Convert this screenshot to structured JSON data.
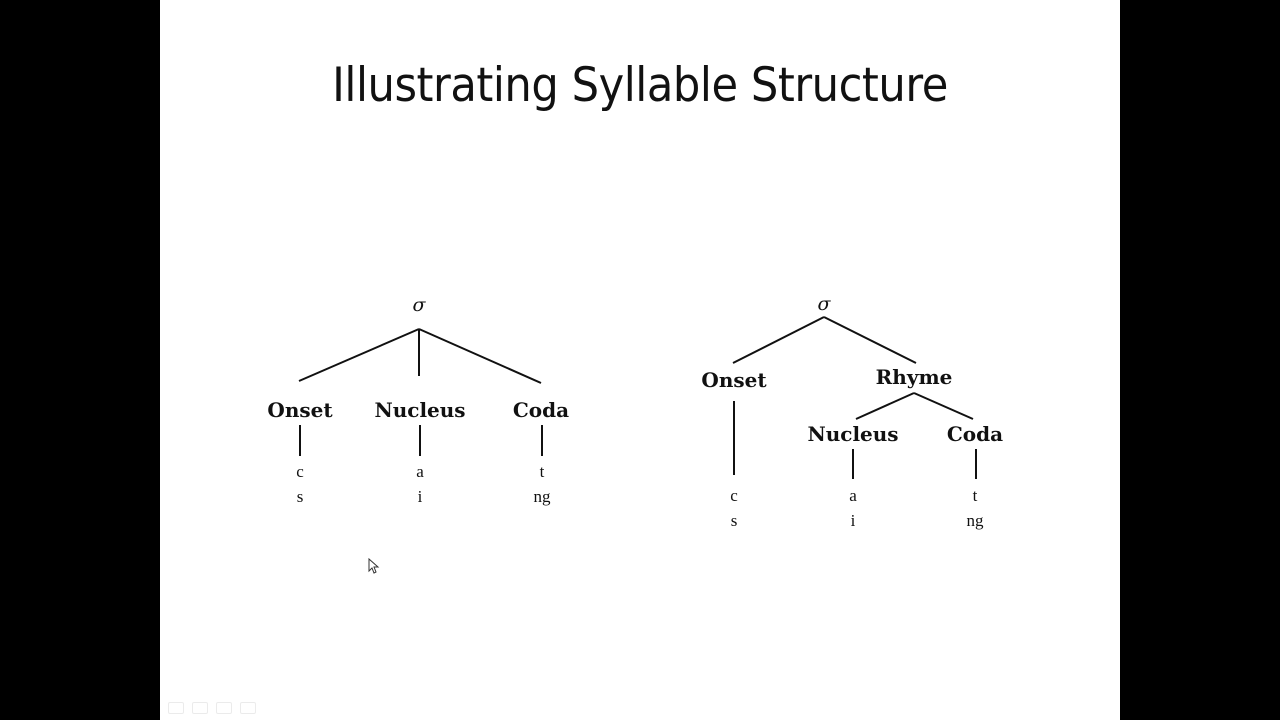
{
  "slide": {
    "title": "Illustrating Syllable Structure"
  },
  "flat_tree": {
    "root": "σ",
    "nodes": [
      {
        "label": "Onset",
        "segments": [
          "c",
          "s"
        ]
      },
      {
        "label": "Nucleus",
        "segments": [
          "a",
          "i"
        ]
      },
      {
        "label": "Coda",
        "segments": [
          "t",
          "ng"
        ]
      }
    ]
  },
  "hierarchical_tree": {
    "root": "σ",
    "onset": {
      "label": "Onset",
      "segments": [
        "c",
        "s"
      ]
    },
    "rhyme": {
      "label": "Rhyme",
      "nucleus": {
        "label": "Nucleus",
        "segments": [
          "a",
          "i"
        ]
      },
      "coda": {
        "label": "Coda",
        "segments": [
          "t",
          "ng"
        ]
      }
    }
  },
  "controls": [
    "previous-icon",
    "pen-icon",
    "slides-icon",
    "zoom-icon"
  ]
}
